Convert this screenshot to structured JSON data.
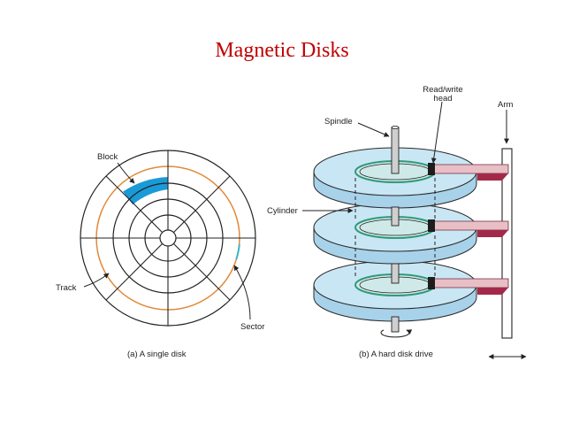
{
  "title": "Magnetic Disks",
  "labels": {
    "block": "Block",
    "track": "Track",
    "sector": "Sector",
    "caption_a": "(a) A single disk",
    "spindle": "Spindle",
    "rw_head_line1": "Read/write",
    "rw_head_line2": "head",
    "arm": "Arm",
    "cylinder": "Cylinder",
    "caption_b": "(b) A hard disk drive"
  },
  "colors": {
    "title": "#c00000",
    "track": "#e08a3a",
    "block": "#1a9ad6",
    "sector_highlight": "#39b7c4",
    "platter_top": "#c9e6f4",
    "platter_side": "#a7d2ea",
    "platter_edge": "#2a2a2a",
    "hub_ring": "#2f9a7a",
    "hub_fill": "#cfe9e8",
    "arm_top": "#e9bfc6",
    "arm_side": "#a3294a"
  }
}
